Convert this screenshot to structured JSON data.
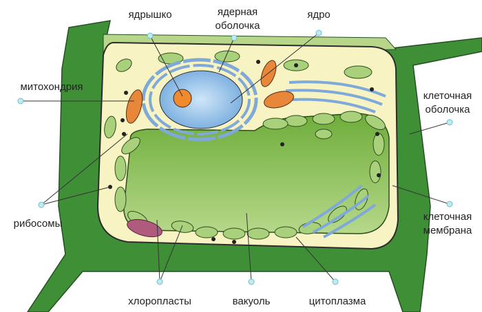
{
  "labels": {
    "nucleolus": "ядрышко",
    "nuclear_envelope_1": "ядерная",
    "nuclear_envelope_2": "оболочка",
    "nucleus": "ядро",
    "mitochondrion": "митохондрия",
    "cell_wall_1": "клеточная",
    "cell_wall_2": "оболочка",
    "ribosomes": "рибосомы",
    "cell_membrane_1": "клеточная",
    "cell_membrane_2": "мембрана",
    "chloroplasts": "хлоропласты",
    "vacuole": "вакуоль",
    "cytoplasm": "цитоплазма"
  },
  "colors": {
    "cell_wall": "#3f8f37",
    "cytoplasm": "#f8f3c2",
    "vacuole": "#86bf4c",
    "chloroplast": "#a9d07a",
    "nucleus": "#8cbfe8",
    "nucleolus": "#f08a2c",
    "mitochondrion": "#e8863a",
    "er": "#7fa9d8",
    "label_dot": "#bfeaf0"
  }
}
